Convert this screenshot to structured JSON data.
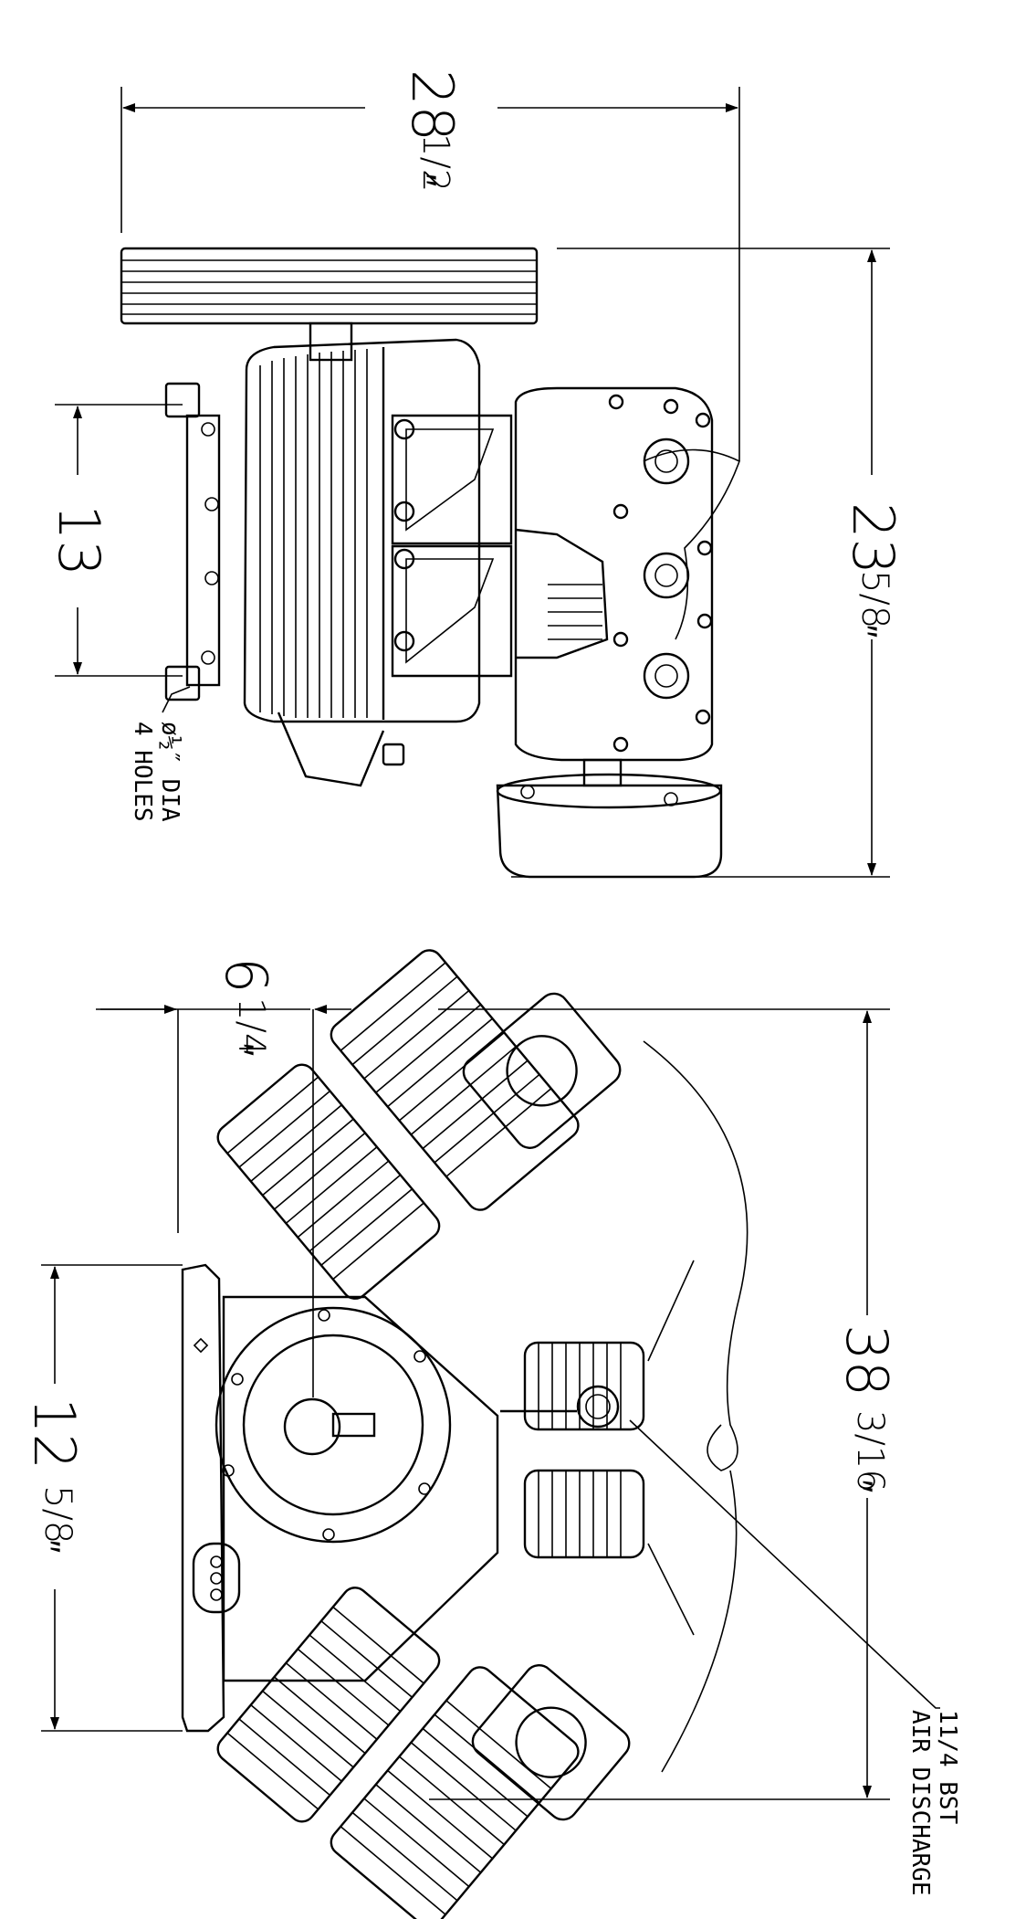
{
  "title": "Compressor outline dimension drawing",
  "side_view": {
    "overall_height": {
      "whole": "28",
      "fraction": "1/2",
      "unit": "″"
    },
    "overall_depth": {
      "whole": "23",
      "fraction": "5/8",
      "unit": "″"
    },
    "mount_spacing": {
      "whole": "13",
      "fraction": "",
      "unit": ""
    },
    "hole_note": {
      "line1": "ø½″ DIA",
      "line2": "4 HOLES"
    }
  },
  "front_view": {
    "shaft_offset": {
      "whole": "6",
      "fraction": "1/4",
      "unit": "″"
    },
    "base_width": {
      "whole": "12",
      "fraction": "5/8",
      "unit": "″"
    },
    "overall_width": {
      "whole": "38",
      "fraction": "3/16",
      "unit": "″"
    },
    "discharge_note": {
      "line1": "11/4 BST",
      "line2": "AIR DISCHARGE"
    }
  },
  "colors": {
    "line": "#000000",
    "background": "#ffffff"
  }
}
